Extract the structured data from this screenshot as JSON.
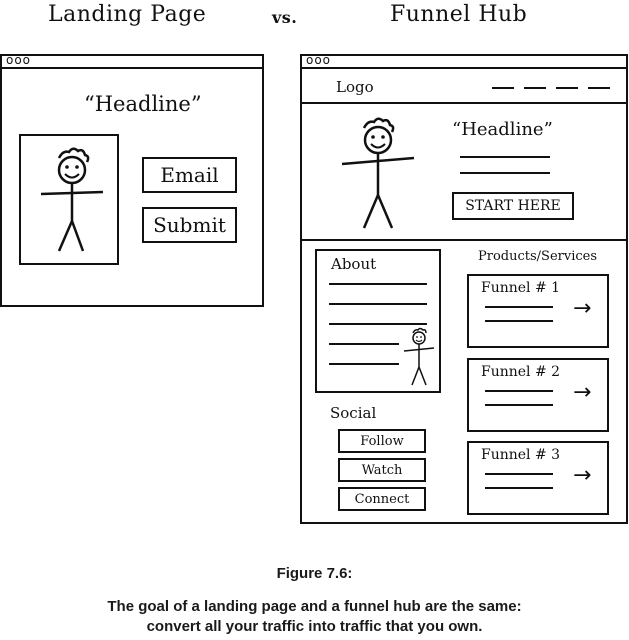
{
  "titles": {
    "left": "Landing Page",
    "vs": "vs.",
    "right": "Funnel Hub"
  },
  "landing_page": {
    "window_dots": "ooo",
    "headline": "“Headline”",
    "email_button": "Email",
    "submit_button": "Submit"
  },
  "funnel_hub": {
    "window_dots": "ooo",
    "logo": "Logo",
    "headline": "“Headline”",
    "start_button": "START HERE",
    "about_heading": "About",
    "products_heading": "Products/Services",
    "funnels": [
      {
        "label": "Funnel # 1",
        "arrow": "→"
      },
      {
        "label": "Funnel # 2",
        "arrow": "→"
      },
      {
        "label": "Funnel # 3",
        "arrow": "→"
      }
    ],
    "social_heading": "Social",
    "social_buttons": [
      "Follow",
      "Watch",
      "Connect"
    ]
  },
  "caption": {
    "figure": "Figure 7.6:",
    "line1": "The goal of a landing page and a funnel hub are the same:",
    "line2": "convert all your traffic into traffic that you own."
  }
}
